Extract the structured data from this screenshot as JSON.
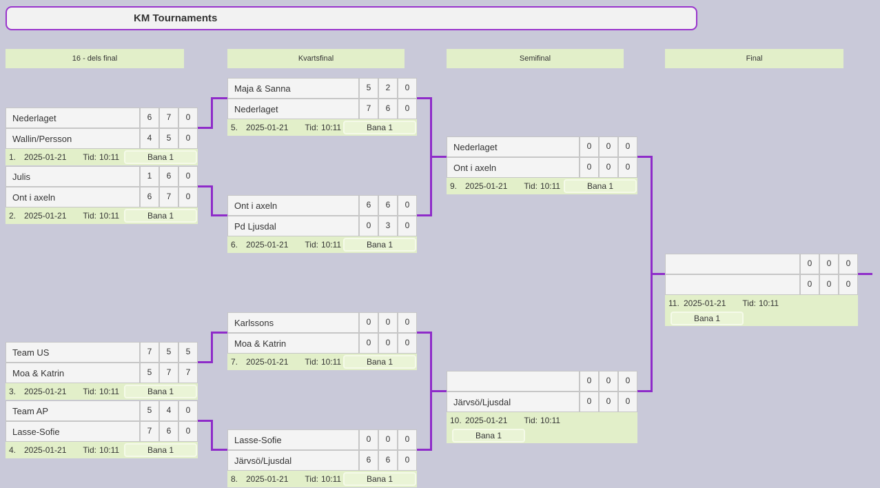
{
  "title": "KM Tournaments",
  "rounds": [
    "16 - dels final",
    "Kvartsfinal",
    "Semifinal",
    "Final"
  ],
  "matches": [
    {
      "number": "1.",
      "date": "2025-01-21",
      "time_label": "Tid:",
      "time": "10:11",
      "court": "Bana 1",
      "team1": {
        "name": "Nederlaget",
        "s": [
          "6",
          "7",
          "0"
        ]
      },
      "team2": {
        "name": "Wallin/Persson",
        "s": [
          "4",
          "5",
          "0"
        ]
      }
    },
    {
      "number": "2.",
      "date": "2025-01-21",
      "time_label": "Tid:",
      "time": "10:11",
      "court": "Bana 1",
      "team1": {
        "name": "Julis",
        "s": [
          "1",
          "6",
          "0"
        ]
      },
      "team2": {
        "name": "Ont i axeln",
        "s": [
          "6",
          "7",
          "0"
        ]
      }
    },
    {
      "number": "3.",
      "date": "2025-01-21",
      "time_label": "Tid:",
      "time": "10:11",
      "court": "Bana 1",
      "team1": {
        "name": "Team US",
        "s": [
          "7",
          "5",
          "5"
        ]
      },
      "team2": {
        "name": "Moa & Katrin",
        "s": [
          "5",
          "7",
          "7"
        ]
      }
    },
    {
      "number": "4.",
      "date": "2025-01-21",
      "time_label": "Tid:",
      "time": "10:11",
      "court": "Bana 1",
      "team1": {
        "name": "Team AP",
        "s": [
          "5",
          "4",
          "0"
        ]
      },
      "team2": {
        "name": "Lasse-Sofie",
        "s": [
          "7",
          "6",
          "0"
        ]
      }
    },
    {
      "number": "5.",
      "date": "2025-01-21",
      "time_label": "Tid:",
      "time": "10:11",
      "court": "Bana 1",
      "team1": {
        "name": "Maja & Sanna",
        "s": [
          "5",
          "2",
          "0"
        ]
      },
      "team2": {
        "name": "Nederlaget",
        "s": [
          "7",
          "6",
          "0"
        ]
      }
    },
    {
      "number": "6.",
      "date": "2025-01-21",
      "time_label": "Tid:",
      "time": "10:11",
      "court": "Bana 1",
      "team1": {
        "name": "Ont i axeln",
        "s": [
          "6",
          "6",
          "0"
        ]
      },
      "team2": {
        "name": "Pd Ljusdal",
        "s": [
          "0",
          "3",
          "0"
        ]
      }
    },
    {
      "number": "7.",
      "date": "2025-01-21",
      "time_label": "Tid:",
      "time": "10:11",
      "court": "Bana 1",
      "team1": {
        "name": "Karlssons",
        "s": [
          "0",
          "0",
          "0"
        ]
      },
      "team2": {
        "name": "Moa & Katrin",
        "s": [
          "0",
          "0",
          "0"
        ]
      }
    },
    {
      "number": "8.",
      "date": "2025-01-21",
      "time_label": "Tid:",
      "time": "10:11",
      "court": "Bana 1",
      "team1": {
        "name": "Lasse-Sofie",
        "s": [
          "0",
          "0",
          "0"
        ]
      },
      "team2": {
        "name": "Järvsö/Ljusdal",
        "s": [
          "6",
          "6",
          "0"
        ]
      }
    },
    {
      "number": "9.",
      "date": "2025-01-21",
      "time_label": "Tid:",
      "time": "10:11",
      "court": "Bana 1",
      "team1": {
        "name": "Nederlaget",
        "s": [
          "0",
          "0",
          "0"
        ]
      },
      "team2": {
        "name": "Ont i axeln",
        "s": [
          "0",
          "0",
          "0"
        ]
      }
    },
    {
      "number": "10.",
      "date": "2025-01-21",
      "time_label": "Tid:",
      "time": "10:11",
      "court": "Bana 1",
      "team1": {
        "name": "",
        "s": [
          "0",
          "0",
          "0"
        ]
      },
      "team2": {
        "name": "Järvsö/Ljusdal",
        "s": [
          "0",
          "0",
          "0"
        ]
      }
    },
    {
      "number": "11.",
      "date": "2025-01-21",
      "time_label": "Tid:",
      "time": "10:11",
      "court": "Bana 1",
      "team1": {
        "name": "",
        "s": [
          "0",
          "0",
          "0"
        ]
      },
      "team2": {
        "name": "",
        "s": [
          "0",
          "0",
          "0"
        ]
      }
    }
  ]
}
